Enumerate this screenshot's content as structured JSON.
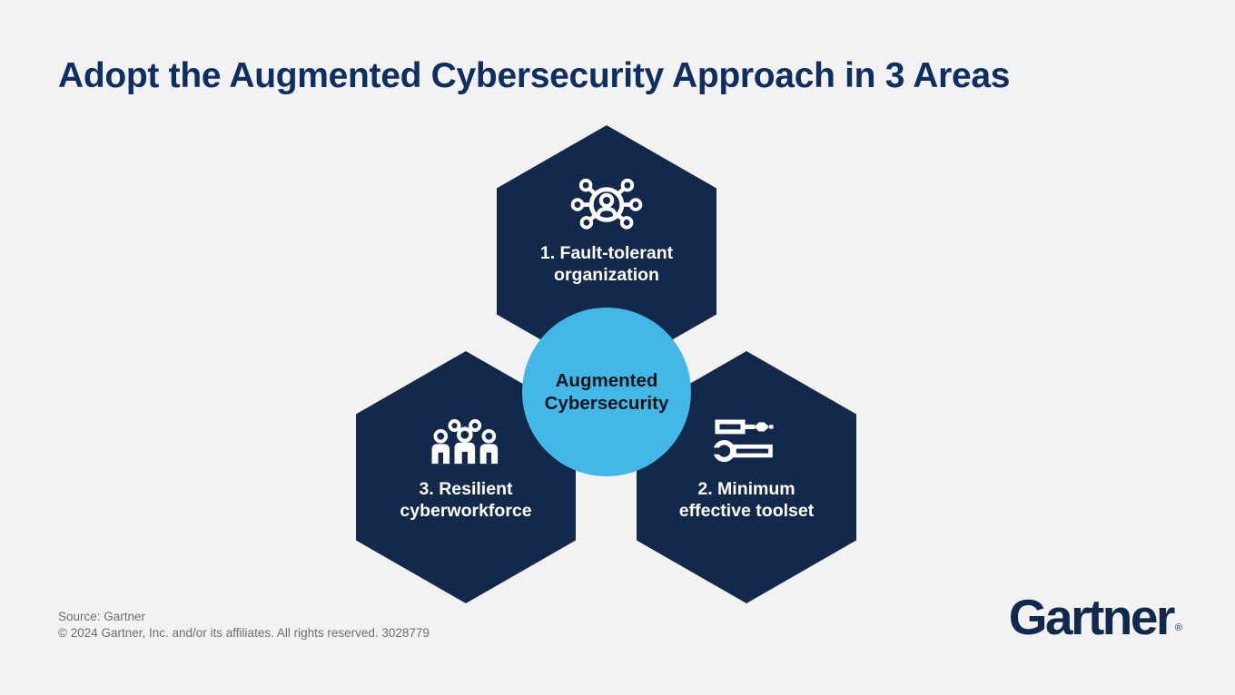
{
  "page": {
    "background_color": "#f2f2f2"
  },
  "title": {
    "text": "Adopt the Augmented Cybersecurity Approach in 3 Areas",
    "color": "#0f2e61"
  },
  "diagram": {
    "hexagon_color": "#13294c",
    "label_color": "#ffffff",
    "center": {
      "label": "Augmented Cybersecurity",
      "circle_color": "#43b7e6",
      "text_color": "#0e141c"
    },
    "hexagons": [
      {
        "number": 1,
        "label": "1. Fault-tolerant organization",
        "icon": "network-organization-icon",
        "position": "top"
      },
      {
        "number": 2,
        "label": "2. Minimum effective toolset",
        "icon": "tools-icon",
        "position": "bottom-right"
      },
      {
        "number": 3,
        "label": "3. Resilient cyberworkforce",
        "icon": "team-icon",
        "position": "bottom-left"
      }
    ]
  },
  "footer": {
    "source": "Source: Gartner",
    "copyright": "© 2024 Gartner, Inc. and/or its affiliates. All rights reserved. 3028779",
    "logo": "Gartner",
    "logo_registered": "®"
  }
}
